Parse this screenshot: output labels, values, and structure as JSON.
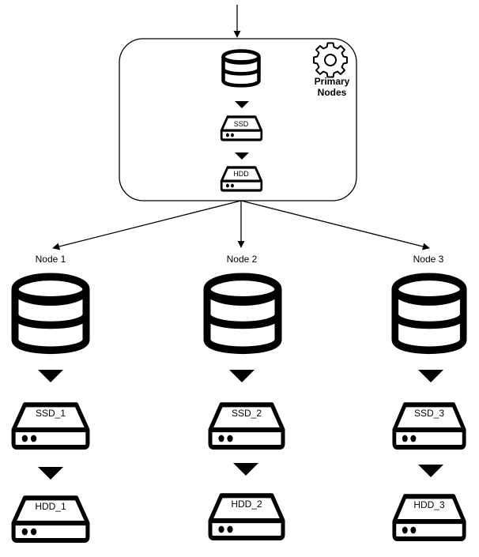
{
  "primary": {
    "title_line1": "Primary",
    "title_line2": "Nodes",
    "ssd_label": "SSD",
    "hdd_label": "HDD"
  },
  "nodes": [
    {
      "name": "Node 1",
      "ssd_label": "SSD_1",
      "hdd_label": "HDD_1"
    },
    {
      "name": "Node 2",
      "ssd_label": "SSD_2",
      "hdd_label": "HDD_2"
    },
    {
      "name": "Node 3",
      "ssd_label": "SSD_3",
      "hdd_label": "HDD_3"
    }
  ],
  "icons": {
    "database": "database-icon",
    "drive": "hard-drive-icon",
    "gear": "gear-icon",
    "arrow": "triangle-down-icon"
  },
  "colors": {
    "stroke": "#000000",
    "background": "#ffffff"
  }
}
